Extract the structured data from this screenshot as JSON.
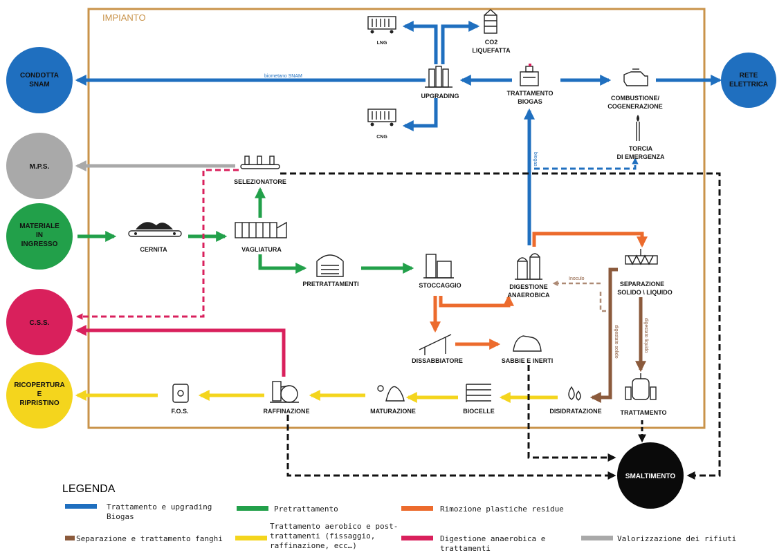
{
  "plant": {
    "title": "IMPIANTO"
  },
  "colors": {
    "biogas": "#1f6fbf",
    "pretreatment": "#22a04a",
    "plastics": "#ec6b2d",
    "sludge": "#8b5a3c",
    "aerobic": "#f4d51d",
    "anaerobic": "#d9205c",
    "waste": "#a9a9a9",
    "frame": "#c9934a"
  },
  "external": {
    "snam": [
      "CONDOTTA",
      "SNAM"
    ],
    "mps": [
      "M.P.S."
    ],
    "ingresso": [
      "MATERIALE",
      "IN",
      "INGRESSO"
    ],
    "css": [
      "C.S.S."
    ],
    "ricopertura": [
      "RICOPERTURA",
      "E",
      "RIPRISTINO"
    ],
    "rete": [
      "RETE",
      "ELETTRICA"
    ],
    "smaltimento": [
      "SMALTIMENTO"
    ]
  },
  "nodes": {
    "lng": "LNG",
    "co2": [
      "CO2",
      "LIQUEFATTA"
    ],
    "cng": "CNG",
    "upgrading": "UPGRADING",
    "trattamento_biogas": [
      "TRATTAMENTO",
      "BIOGAS"
    ],
    "combustione": [
      "COMBUSTIONE/",
      "COGENERAZIONE"
    ],
    "torcia": [
      "TORCIA",
      "DI EMERGENZA"
    ],
    "selezionatore": "SELEZIONATORE",
    "cernita": "CERNITA",
    "vagliatura": "VAGLIATURA",
    "pretrattamenti": "PRETRATTAMENTI",
    "stoccaggio": "STOCCAGGIO",
    "digestione": [
      "DIGESTIONE",
      "ANAEROBICA"
    ],
    "separazione": [
      "SEPARAZIONE",
      "SOLIDO \\ LIQUIDO"
    ],
    "dissabbiatore": "DISSABBIATORE",
    "sabbie": "SABBIE E INERTI",
    "raffinazione": "RAFFINAZIONE",
    "fos": "F.O.S.",
    "maturazione": "MATURAZIONE",
    "biocelle": "BIOCELLE",
    "disidratazione": "DISIDRATAZIONE",
    "trattamento": "TRATTAMENTO"
  },
  "flow_labels": {
    "biometano": "biometano SNAM",
    "biogas": "biogas",
    "inoculo": "Inoculo",
    "digestato_solido": "digestato solido",
    "digestato_liquido": "digestato liquido"
  },
  "legend": {
    "title": "LEGENDA",
    "items": [
      {
        "color": "#1f6fbf",
        "lines": [
          "Trattamento e upgrading",
          "Biogas"
        ]
      },
      {
        "color": "#22a04a",
        "lines": [
          "Pretrattamento"
        ]
      },
      {
        "color": "#ec6b2d",
        "lines": [
          "Rimozione plastiche residue"
        ]
      },
      {
        "color": "#8b5a3c",
        "lines": [
          "Separazione e trattamento fanghi"
        ]
      },
      {
        "color": "#f4d51d",
        "lines": [
          "Trattamento aerobico e post-",
          "trattamenti  (fissaggio,",
          "raffinazione, ecc…)"
        ]
      },
      {
        "color": "#d9205c",
        "lines": [
          "Digestione anaerobica e",
          "trattamenti"
        ]
      },
      {
        "color": "#a9a9a9",
        "lines": [
          "Valorizzazione dei rifiuti"
        ]
      }
    ]
  }
}
